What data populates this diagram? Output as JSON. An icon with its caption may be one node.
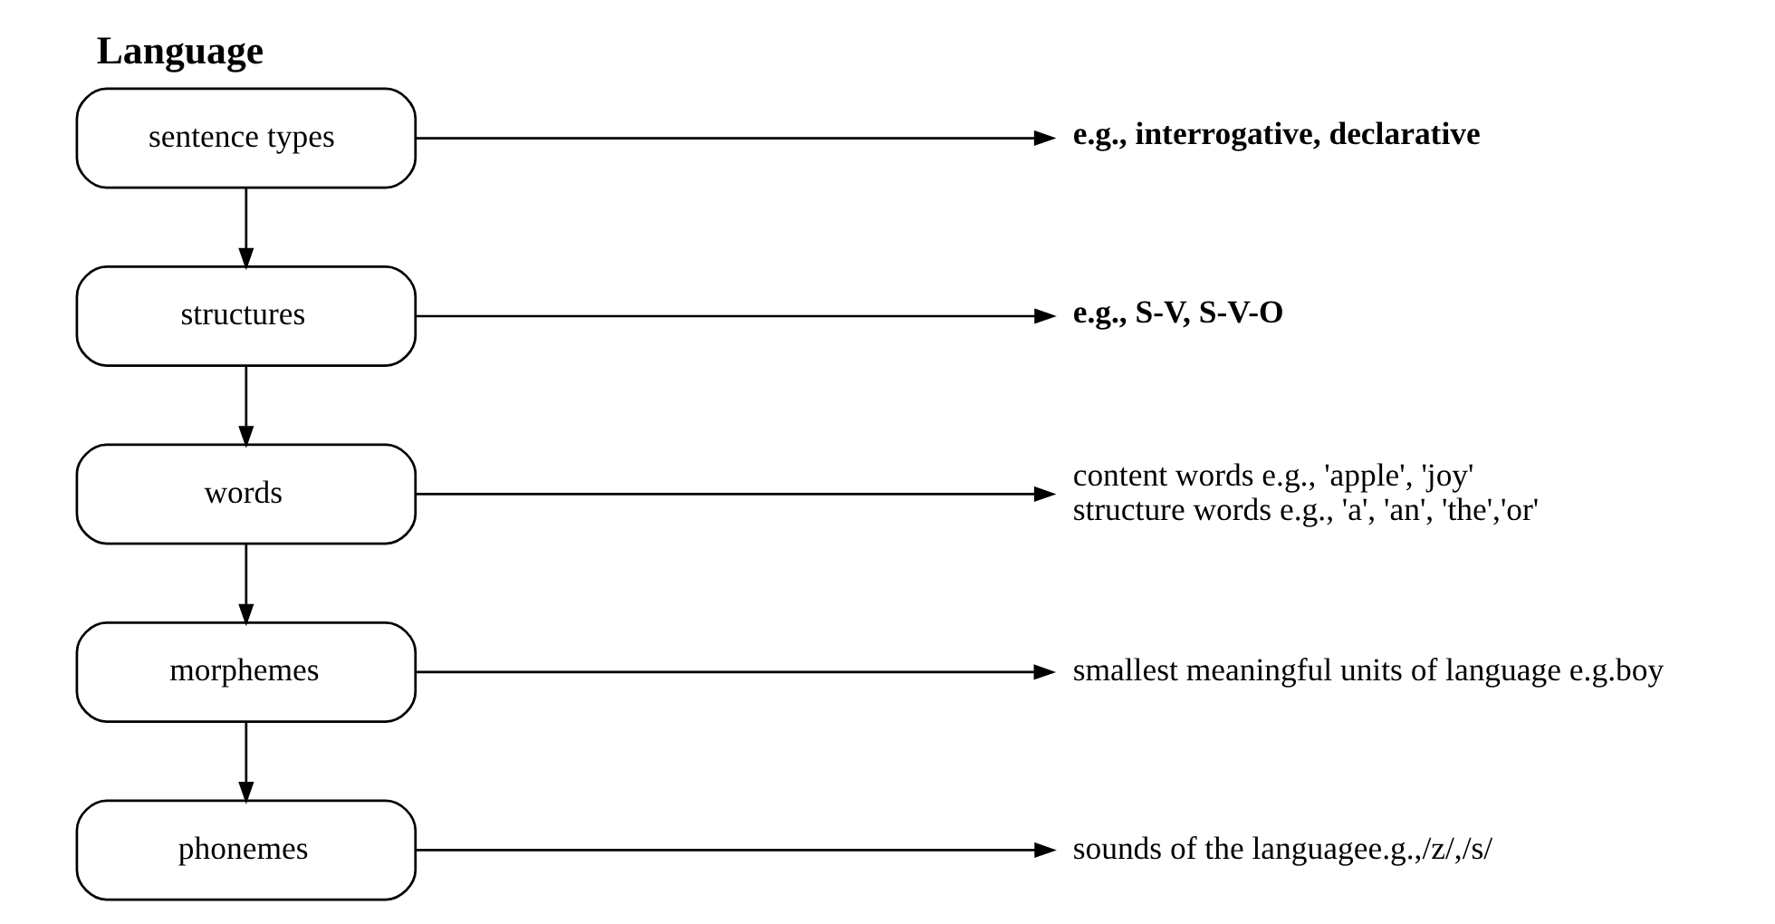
{
  "diagram": {
    "title": "Language",
    "nodes": [
      {
        "text": [
          "sentence types"
        ]
      },
      {
        "text": [
          "e.g., interrogative, declarative"
        ]
      },
      {
        "text": [
          "structures"
        ]
      },
      {
        "text": [
          "e.g., S-V, S-V-O"
        ]
      },
      {
        "text": [
          "words"
        ]
      },
      {
        "text": [
          "content words e.g., 'apple', 'joy'",
          "structure words e.g., 'a', 'an', 'the','or'"
        ]
      },
      {
        "text": [
          "morphemes"
        ]
      },
      {
        "text": [
          "smallest meaningful units of language e.g.boy"
        ]
      },
      {
        "text": [
          "phonemes"
        ]
      },
      {
        "text": [
          "sounds of the languagee.g.,/z/,/s/"
        ]
      }
    ],
    "edges": [
      {
        "from": 0,
        "to": 1,
        "arrow": "to"
      },
      {
        "from": 0,
        "to": 2,
        "arrow": "to"
      },
      {
        "from": 2,
        "to": 3,
        "arrow": "to"
      },
      {
        "from": 2,
        "to": 4,
        "arrow": "to"
      },
      {
        "from": 4,
        "to": 5,
        "arrow": "to"
      },
      {
        "from": 4,
        "to": 6,
        "arrow": "to"
      },
      {
        "from": 6,
        "to": 7,
        "arrow": "to"
      },
      {
        "from": 6,
        "to": 8,
        "arrow": "to"
      },
      {
        "from": 8,
        "to": 9,
        "arrow": "to"
      }
    ]
  }
}
